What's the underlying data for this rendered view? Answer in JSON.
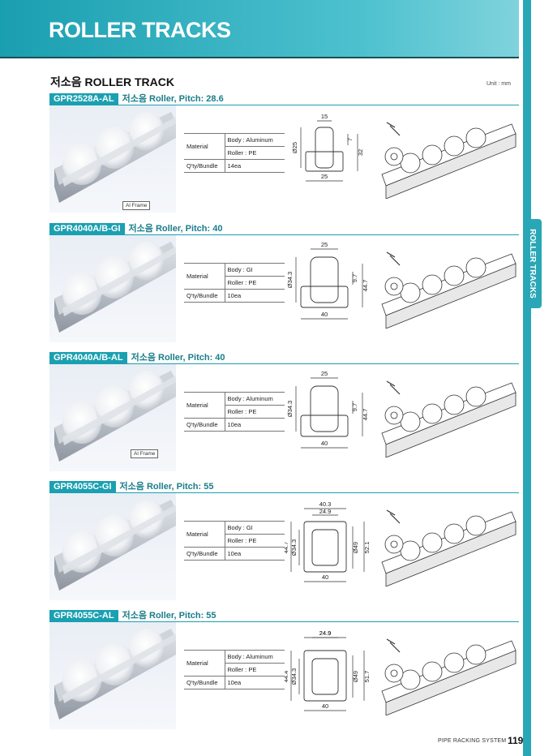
{
  "header": {
    "title": "ROLLER TRACKS"
  },
  "side_tab": {
    "label": "ROLLER TRACKS"
  },
  "section": {
    "title": "저소음 ROLLER TRACK",
    "unit": "Unit : mm"
  },
  "products": [
    {
      "code": "GPR2528A-AL",
      "subtitle": "저소음 Roller, Pitch: 28.6",
      "frame_tag": "Al Frame",
      "material_label": "Material",
      "body": "Body : Aluminum",
      "roller": "Roller : PE",
      "qty_label": "Q'ty/Bundle",
      "qty": "14ea",
      "dims": [
        "15",
        "Ø25",
        "7",
        "32",
        "25"
      ]
    },
    {
      "code": "GPR4040A/B-GI",
      "subtitle": "저소음 Roller, Pitch: 40",
      "frame_tag": "",
      "material_label": "Material",
      "body": "Body : GI",
      "roller": "Roller : PE",
      "qty_label": "Q'ty/Bundle",
      "qty": "10ea",
      "dims": [
        "25",
        "Ø34.3",
        "9.7",
        "44.7",
        "40"
      ]
    },
    {
      "code": "GPR4040A/B-AL",
      "subtitle": "저소음 Roller, Pitch: 40",
      "frame_tag": "Al Frame",
      "material_label": "Material",
      "body": "Body : Aluminum",
      "roller": "Roller : PE",
      "qty_label": "Q'ty/Bundle",
      "qty": "10ea",
      "dims": [
        "25",
        "Ø34.3",
        "9.7",
        "44.7",
        "40"
      ]
    },
    {
      "code": "GPR4055C-GI",
      "subtitle": "저소음 Roller, Pitch: 55",
      "frame_tag": "",
      "material_label": "Material",
      "body": "Body : GI",
      "roller": "Roller : PE",
      "qty_label": "Q'ty/Bundle",
      "qty": "10ea",
      "dims": [
        "40.3",
        "24.9",
        "44.7",
        "Ø34.3",
        "Ø49",
        "52.1",
        "40"
      ]
    },
    {
      "code": "GPR4055C-AL",
      "subtitle": "저소음 Roller, Pitch: 55",
      "frame_tag": "",
      "material_label": "Material",
      "body": "Body : Aluminum",
      "roller": "Roller : PE",
      "qty_label": "Q'ty/Bundle",
      "qty": "10ea",
      "dims": [
        "24.9",
        "44.4",
        "Ø34.3",
        "Ø49",
        "51.7",
        "40"
      ]
    }
  ],
  "footer": {
    "text": "PIPE RACKING SYSTEM",
    "page": "119"
  }
}
